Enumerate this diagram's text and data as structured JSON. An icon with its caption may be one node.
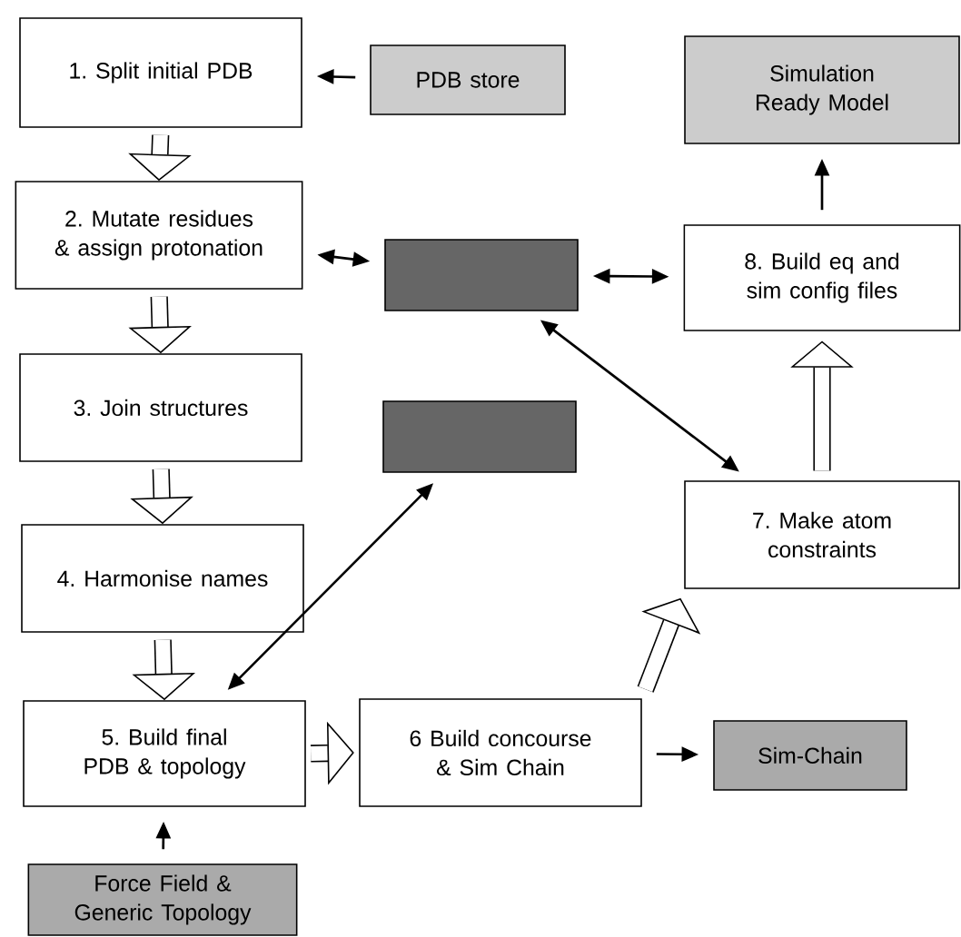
{
  "diagram": {
    "nodes": [
      {
        "text": [
          "1. Split initial PDB"
        ]
      },
      {
        "text": [
          "PDB store"
        ]
      },
      {
        "text": [
          "Simulation Ready Model"
        ]
      },
      {
        "text": [
          "2. Mutate residues & assign protonation"
        ]
      },
      {
        "text": [],
        "shape": "box"
      },
      {
        "text": [
          "8. Build eq and sim config files"
        ]
      },
      {
        "text": [
          "3. Join structures"
        ]
      },
      {
        "text": [],
        "shape": "box"
      },
      {
        "text": [
          "7. Make atom constraints"
        ]
      },
      {
        "text": [
          "4. Harmonise names"
        ]
      },
      {
        "text": [
          "5. Build final PDB & topology"
        ]
      },
      {
        "text": [
          "6 Build concourse & Sim Chain"
        ]
      },
      {
        "text": [
          "Sim-Chain"
        ]
      },
      {
        "text": [
          "Force Field & Generic Topology"
        ]
      }
    ],
    "edges": [
      {
        "from": 1,
        "to": 0,
        "arrow": "to"
      },
      {
        "from": 0,
        "to": 3,
        "arrow": "to",
        "style": "thick"
      },
      {
        "from": 3,
        "to": 4,
        "arrow": "both"
      },
      {
        "from": 4,
        "to": 5,
        "arrow": "both"
      },
      {
        "from": 5,
        "to": 2,
        "arrow": "to"
      },
      {
        "from": 3,
        "to": 6,
        "arrow": "to",
        "style": "thick"
      },
      {
        "from": 4,
        "to": 8,
        "arrow": "both"
      },
      {
        "from": 8,
        "to": 5,
        "arrow": "to",
        "style": "thick"
      },
      {
        "from": 6,
        "to": 9,
        "arrow": "to",
        "style": "thick"
      },
      {
        "from": 7,
        "to": 10,
        "arrow": "both"
      },
      {
        "from": 9,
        "to": 10,
        "arrow": "to",
        "style": "thick"
      },
      {
        "from": 10,
        "to": 11,
        "arrow": "to",
        "style": "thick"
      },
      {
        "from": 11,
        "to": 8,
        "arrow": "to",
        "style": "thick"
      },
      {
        "from": 11,
        "to": 12,
        "arrow": "to"
      },
      {
        "from": 13,
        "to": 10,
        "arrow": "to"
      }
    ]
  }
}
